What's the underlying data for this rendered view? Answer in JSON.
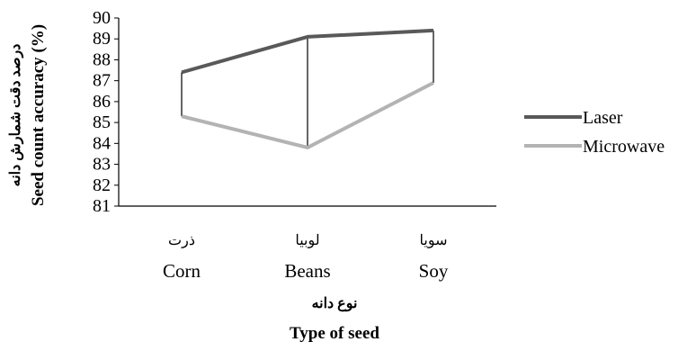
{
  "chart_data": {
    "type": "line",
    "categories": [
      {
        "fa": "ذرت",
        "en": "Corn"
      },
      {
        "fa": "لوبیا",
        "en": "Beans"
      },
      {
        "fa": "سویا",
        "en": "Soy"
      }
    ],
    "series": [
      {
        "name": "Laser",
        "color": "#595959",
        "values": [
          87.4,
          89.1,
          89.4
        ]
      },
      {
        "name": "Microwave",
        "color": "#b3b3b3",
        "values": [
          85.3,
          83.8,
          86.9
        ]
      }
    ],
    "ylim": [
      81,
      90
    ],
    "yticks": [
      "81",
      "82",
      "83",
      "84",
      "85",
      "86",
      "87",
      "88",
      "89",
      "90"
    ],
    "xlabel_fa": "نوع دانه",
    "xlabel_en": "Type of seed",
    "ylabel_fa": "درصد دقت شمارش دانه",
    "ylabel_en": "Seed  count accuracy (%)",
    "high_low_lines": true,
    "grid": false,
    "legend_position": "right"
  }
}
